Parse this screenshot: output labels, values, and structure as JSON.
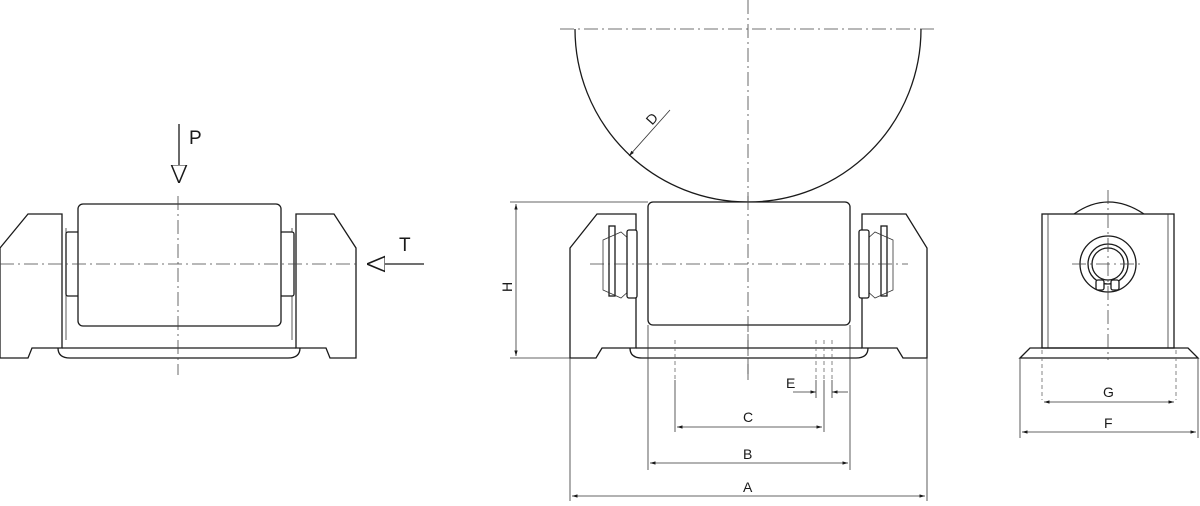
{
  "labels": {
    "load_p": "P",
    "load_t": "T",
    "dim_d": "D",
    "dim_h": "H",
    "dim_e": "E",
    "dim_c": "C",
    "dim_b": "B",
    "dim_a": "A",
    "dim_g": "G",
    "dim_f": "F"
  }
}
